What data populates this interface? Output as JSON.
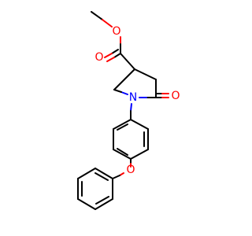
{
  "molecule": {
    "atoms": {
      "O_methoxy": "O",
      "O_ester_carbonyl": "O",
      "O_ring_carbonyl": "O",
      "N_ring": "N",
      "O_ether": "O"
    },
    "colors": {
      "bond": "#000000",
      "oxygen": "#ff0000",
      "nitrogen": "#0000ff"
    }
  }
}
